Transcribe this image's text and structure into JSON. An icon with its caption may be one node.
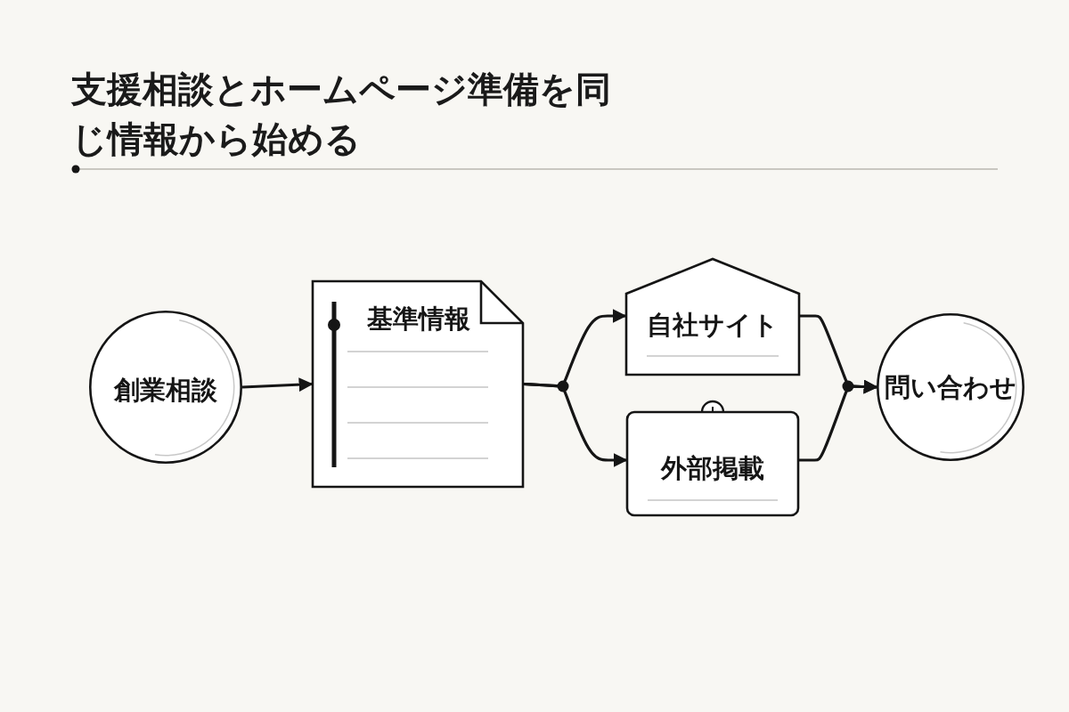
{
  "diagram": {
    "title": "支援相談とホームページ準備を同じ情報から始める",
    "nodes": [
      {
        "text": [
          "創業相談"
        ]
      },
      {
        "text": [
          "基準情報"
        ]
      },
      {
        "text": [
          "自社サイト"
        ]
      },
      {
        "text": [
          "外部掲載"
        ]
      },
      {
        "text": [
          "問い合わせ"
        ]
      }
    ],
    "edges": [
      {
        "from": 0,
        "to": 1,
        "arrow": "to"
      },
      {
        "from": 1,
        "to": 2,
        "arrow": "to"
      },
      {
        "from": 1,
        "to": 3,
        "arrow": "to"
      },
      {
        "from": 2,
        "to": 4,
        "arrow": "to"
      },
      {
        "from": 3,
        "to": 4,
        "arrow": "to"
      }
    ]
  }
}
